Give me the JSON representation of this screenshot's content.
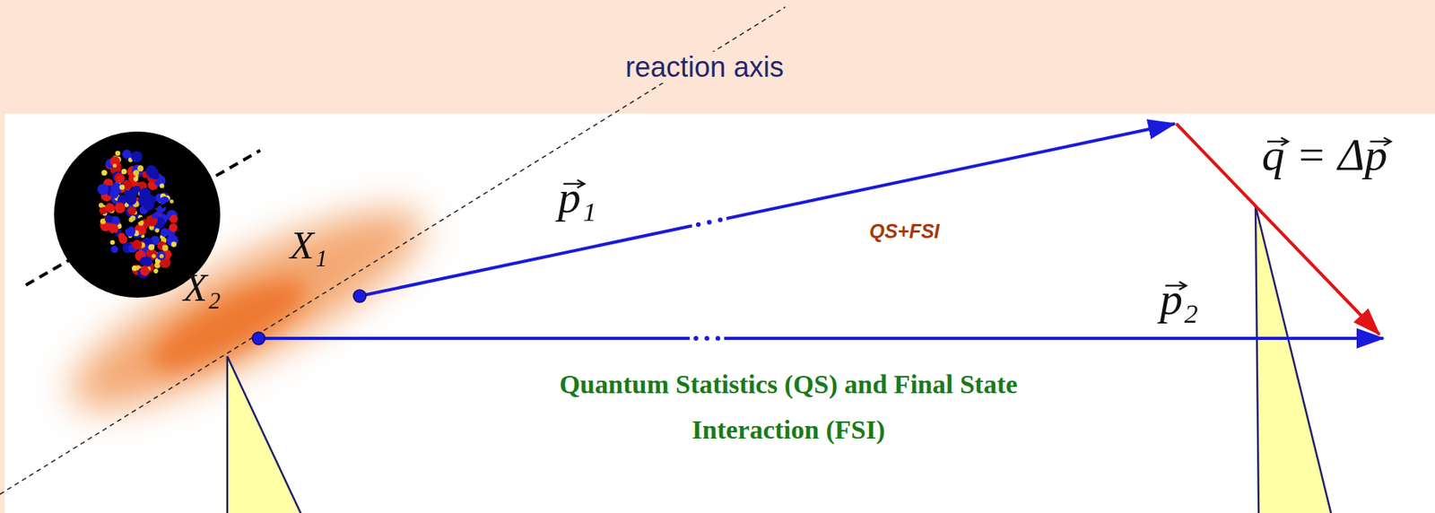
{
  "diagram": {
    "labels": [
      "reaction axis",
      "X₁",
      "X₂",
      "p₁",
      "QS+FSI",
      "q = Δp",
      "p₂",
      "Quantum Statistics (QS) and Final State Interaction (FSI)"
    ]
  }
}
